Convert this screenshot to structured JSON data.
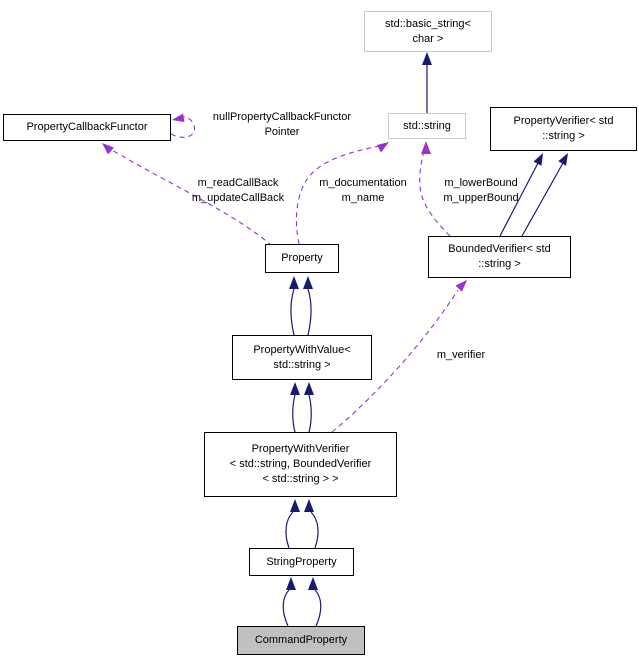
{
  "diagram": {
    "type": "class-collaboration-graph",
    "focus_class": "CommandProperty",
    "colors": {
      "background": "#ffffff",
      "inheritance_edge": "#191970",
      "usage_edge": "#9932cc",
      "class_node_border": "#000000",
      "external_node_border": "#c9c9c9",
      "node_fill": "#ffffff",
      "focus_node_fill": "#c0c0c0",
      "text": "#000000"
    },
    "nodes": {
      "std_basic_string": {
        "label": "std::basic_string<\nchar >",
        "type": "external"
      },
      "property_callback_functor": {
        "label": "PropertyCallbackFunctor",
        "type": "class"
      },
      "std_string": {
        "label": "std::string",
        "type": "external"
      },
      "property_verifier": {
        "label": "PropertyVerifier< std\n::string >",
        "type": "class"
      },
      "property": {
        "label": "Property",
        "type": "class"
      },
      "bounded_verifier": {
        "label": "BoundedVerifier< std\n::string >",
        "type": "class"
      },
      "property_with_value": {
        "label": "PropertyWithValue<\nstd::string >",
        "type": "class"
      },
      "property_with_verifier": {
        "label": "PropertyWithVerifier\n< std::string, BoundedVerifier\n< std::string > >",
        "type": "class"
      },
      "string_property": {
        "label": "StringProperty",
        "type": "class"
      },
      "command_property": {
        "label": "CommandProperty",
        "type": "focus"
      }
    },
    "edge_labels": {
      "null_pointer": {
        "text": "nullPropertyCallbackFunctor\nPointer"
      },
      "read_update_callback": {
        "text": "m_readCallBack\nm_updateCallBack"
      },
      "documentation_name": {
        "text": "m_documentation\nm_name"
      },
      "lower_upper_bound": {
        "text": "m_lowerBound\nm_upperBound"
      },
      "verifier": {
        "text": "m_verifier"
      }
    },
    "edges": [
      {
        "from": "std_string",
        "to": "std_basic_string",
        "kind": "inheritance"
      },
      {
        "from": "property",
        "to": "property_callback_functor",
        "kind": "usage",
        "label": "m_readCallBack, m_updateCallBack"
      },
      {
        "from": "property",
        "to": "std_string",
        "kind": "usage",
        "label": "m_documentation, m_name"
      },
      {
        "from": "property_callback_functor",
        "to": "property_callback_functor",
        "kind": "usage",
        "label": "nullPropertyCallbackFunctorPointer"
      },
      {
        "from": "bounded_verifier",
        "to": "std_string",
        "kind": "usage",
        "label": "m_lowerBound, m_upperBound"
      },
      {
        "from": "bounded_verifier",
        "to": "property_verifier",
        "kind": "inheritance",
        "count": 2
      },
      {
        "from": "property_with_value",
        "to": "property",
        "kind": "inheritance",
        "count": 2
      },
      {
        "from": "property_with_verifier",
        "to": "property_with_value",
        "kind": "inheritance",
        "count": 2
      },
      {
        "from": "property_with_verifier",
        "to": "bounded_verifier",
        "kind": "usage",
        "label": "m_verifier"
      },
      {
        "from": "string_property",
        "to": "property_with_verifier",
        "kind": "inheritance",
        "count": 2
      },
      {
        "from": "command_property",
        "to": "string_property",
        "kind": "inheritance",
        "count": 2
      }
    ]
  }
}
